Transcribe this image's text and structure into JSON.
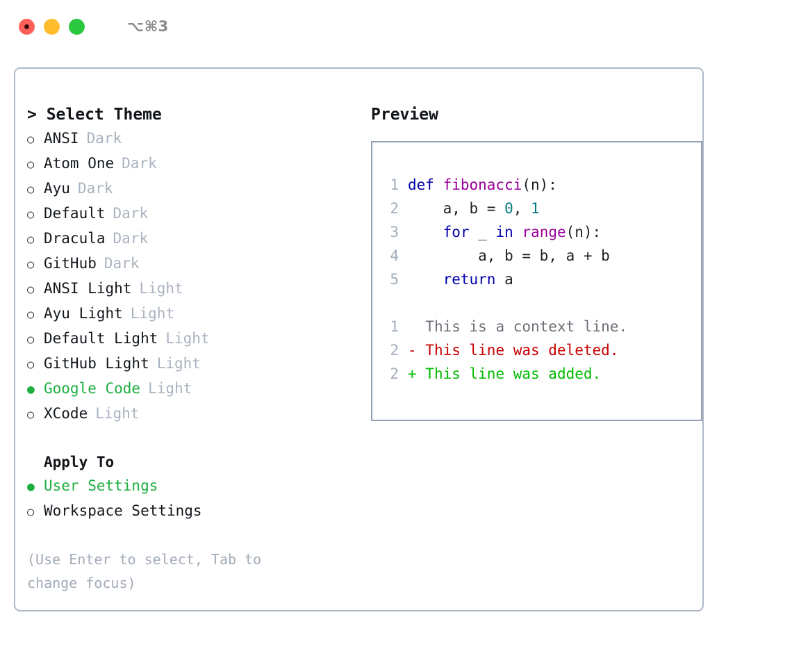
{
  "window": {
    "title": "⌥⌘3",
    "traffic_lights": [
      {
        "name": "close",
        "color": "#ff6159"
      },
      {
        "name": "minimize",
        "color": "#ffbd2e"
      },
      {
        "name": "zoom",
        "color": "#2bc840"
      }
    ]
  },
  "theme_picker": {
    "heading": "> Select Theme",
    "options": [
      {
        "marker": "○",
        "label": "ANSI",
        "badge": "Dark",
        "selected": false
      },
      {
        "marker": "○",
        "label": "Atom One",
        "badge": "Dark",
        "selected": false
      },
      {
        "marker": "○",
        "label": "Ayu",
        "badge": "Dark",
        "selected": false
      },
      {
        "marker": "○",
        "label": "Default",
        "badge": "Dark",
        "selected": false
      },
      {
        "marker": "○",
        "label": "Dracula",
        "badge": "Dark",
        "selected": false
      },
      {
        "marker": "○",
        "label": "GitHub",
        "badge": "Dark",
        "selected": false
      },
      {
        "marker": "○",
        "label": "ANSI Light",
        "badge": "Light",
        "selected": false
      },
      {
        "marker": "○",
        "label": "Ayu Light",
        "badge": "Light",
        "selected": false
      },
      {
        "marker": "○",
        "label": "Default Light",
        "badge": "Light",
        "selected": false
      },
      {
        "marker": "○",
        "label": "GitHub Light",
        "badge": "Light",
        "selected": false
      },
      {
        "marker": "●",
        "label": "Google Code",
        "badge": "Light",
        "selected": true
      },
      {
        "marker": "○",
        "label": "XCode",
        "badge": "Light",
        "selected": false
      }
    ]
  },
  "apply_to": {
    "heading": "Apply To",
    "options": [
      {
        "marker": "●",
        "label": "User Settings",
        "selected": true
      },
      {
        "marker": "○",
        "label": "Workspace Settings",
        "selected": false
      }
    ]
  },
  "hint": "(Use Enter to select, Tab to change focus)",
  "preview": {
    "heading": "Preview",
    "code_lines": [
      {
        "number": "1",
        "tokens": [
          {
            "text": "def ",
            "type": "keyword"
          },
          {
            "text": "fibonacci",
            "type": "function"
          },
          {
            "text": "(n):",
            "type": "plain"
          }
        ]
      },
      {
        "number": "2",
        "tokens": [
          {
            "text": "    a, b = ",
            "type": "plain"
          },
          {
            "text": "0",
            "type": "number"
          },
          {
            "text": ", ",
            "type": "plain"
          },
          {
            "text": "1",
            "type": "number"
          }
        ]
      },
      {
        "number": "3",
        "tokens": [
          {
            "text": "    ",
            "type": "plain"
          },
          {
            "text": "for",
            "type": "keyword"
          },
          {
            "text": " _ ",
            "type": "plain"
          },
          {
            "text": "in",
            "type": "keyword"
          },
          {
            "text": " ",
            "type": "plain"
          },
          {
            "text": "range",
            "type": "function"
          },
          {
            "text": "(n):",
            "type": "plain"
          }
        ]
      },
      {
        "number": "4",
        "tokens": [
          {
            "text": "        a, b = b, a + b",
            "type": "plain"
          }
        ]
      },
      {
        "number": "5",
        "tokens": [
          {
            "text": "    ",
            "type": "plain"
          },
          {
            "text": "return",
            "type": "keyword"
          },
          {
            "text": " a",
            "type": "plain"
          }
        ]
      }
    ],
    "diff_lines": [
      {
        "number": "1",
        "sign": " ",
        "text": " This is a context line.",
        "kind": "context"
      },
      {
        "number": "2",
        "sign": "-",
        "text": " This line was deleted.",
        "kind": "deleted"
      },
      {
        "number": "2",
        "sign": "+",
        "text": " This line was added.",
        "kind": "added"
      }
    ]
  },
  "colors": {
    "keyword": "#0000aa",
    "function": "#990099",
    "number": "#00797e",
    "plain": "#1b1f24",
    "line_number": "#a2adbb",
    "diff_context": "#6b7078",
    "diff_deleted": "#c80000",
    "diff_added": "#00bb00",
    "accent_selected": "#1eae3d",
    "badge": "#a9b2bf",
    "border": "#afb9c6",
    "preview_border": "#94a0b2",
    "hint": "#a2abb8"
  }
}
